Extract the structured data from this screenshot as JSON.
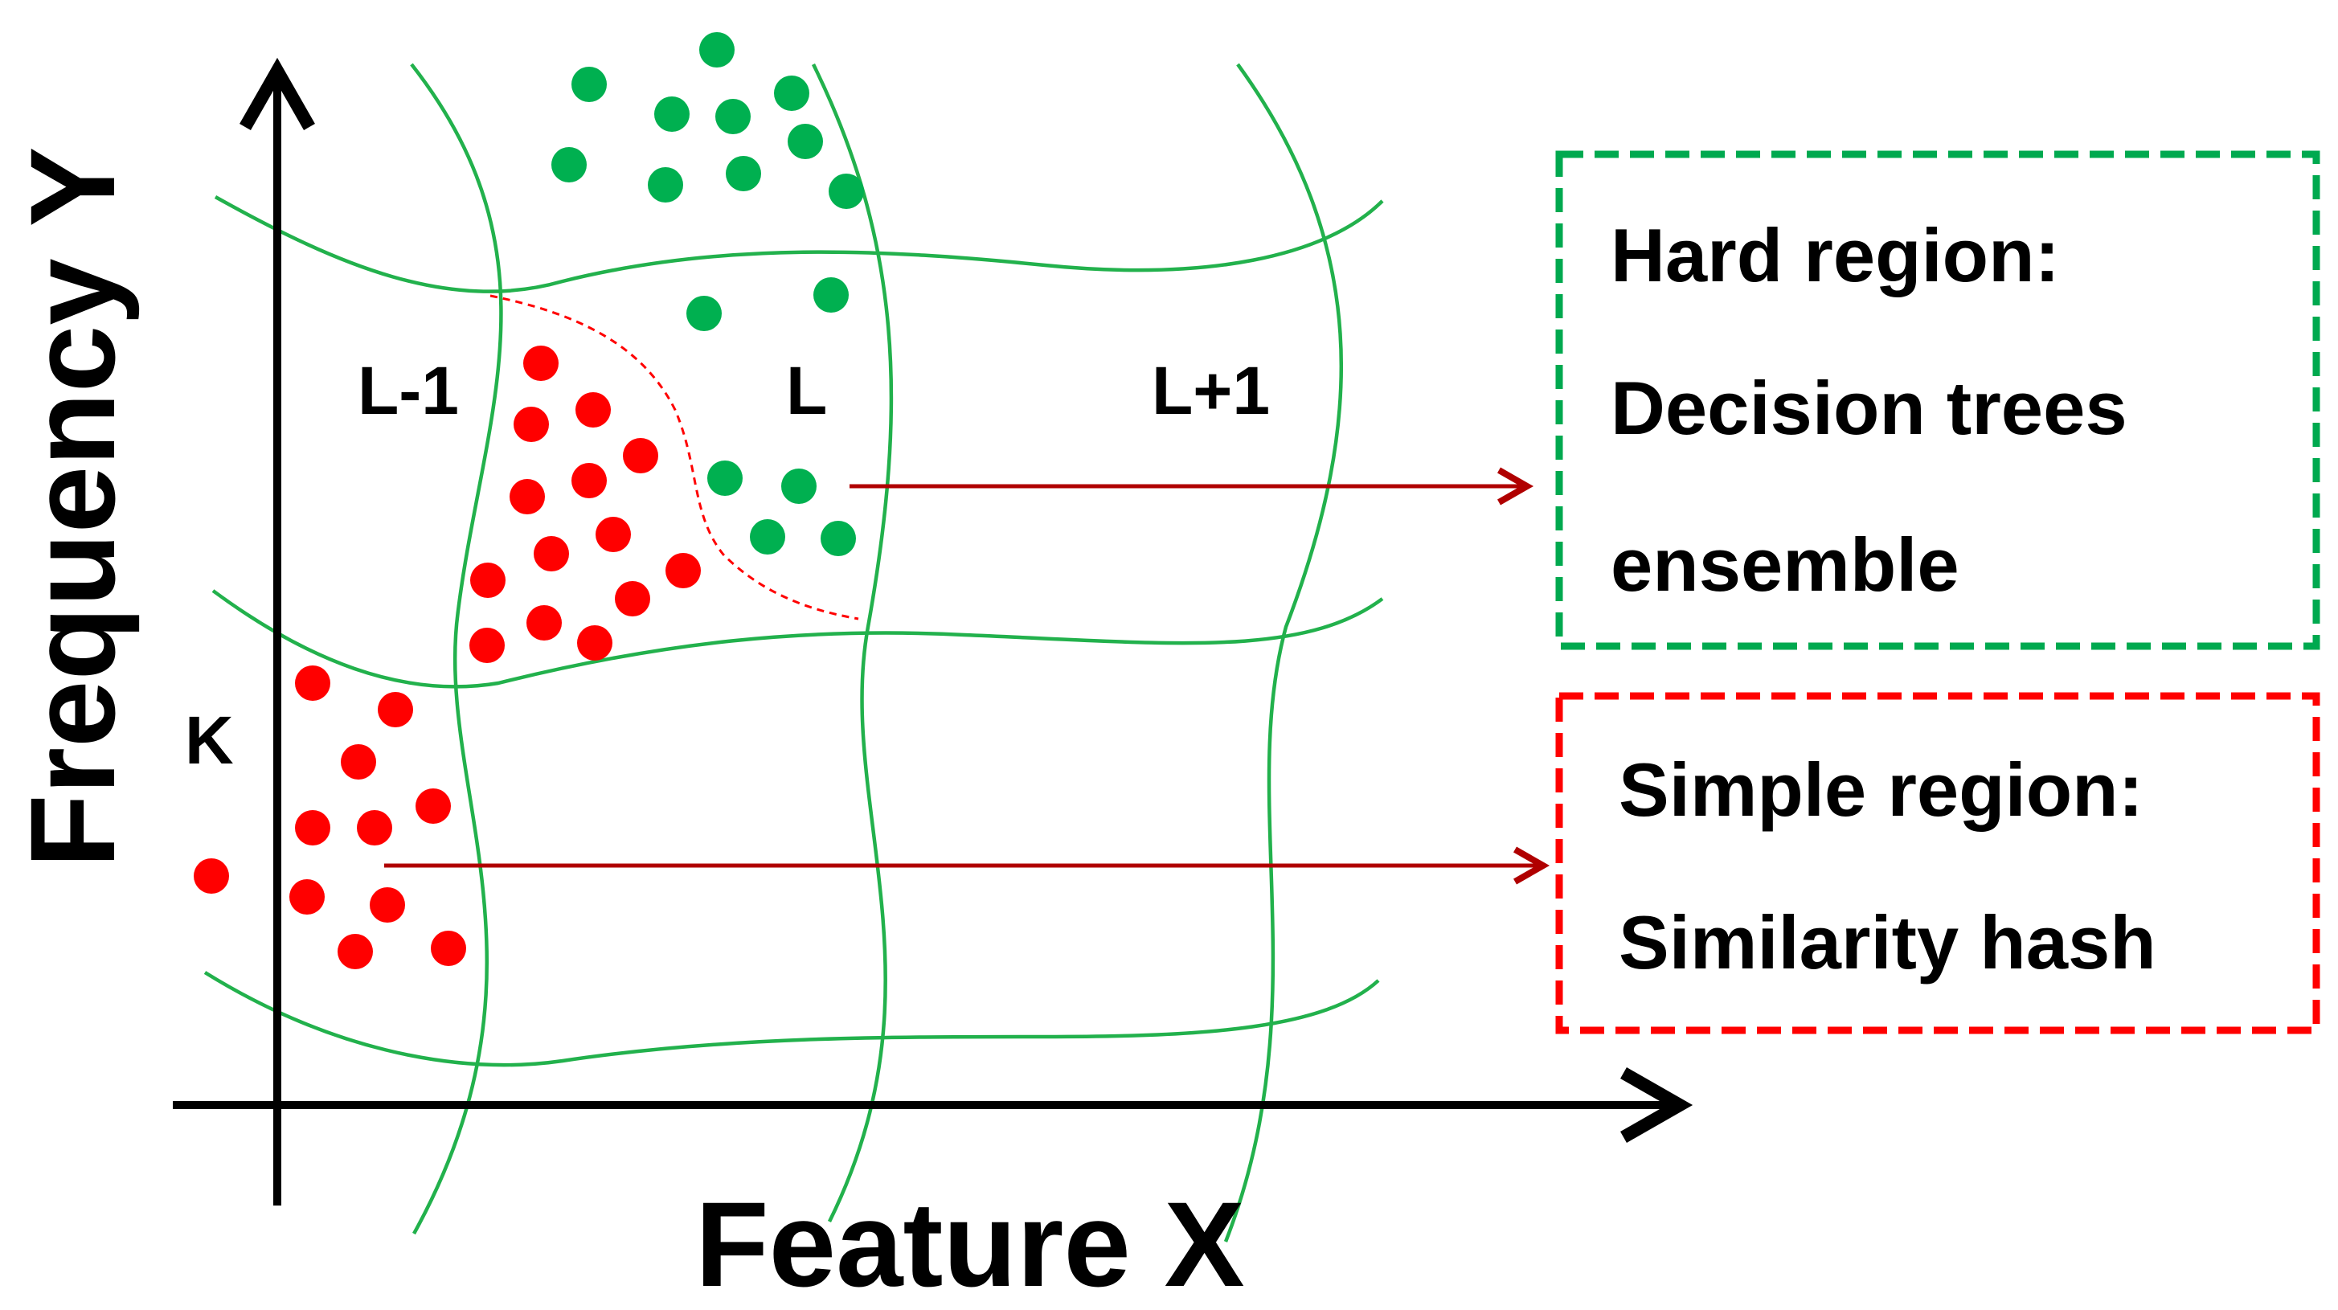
{
  "axes": {
    "x_label": "Feature X",
    "y_label": "Frequency Y"
  },
  "regions": {
    "left": "L-1",
    "center": "L",
    "right": "L+1",
    "lower_left": "K"
  },
  "hard_box": {
    "lines": [
      "Hard region:",
      "Decision trees",
      "ensemble"
    ],
    "color": "#00a94f"
  },
  "simple_box": {
    "lines": [
      "Simple region:",
      "Similarity hash"
    ],
    "color": "#ff0000"
  },
  "colors": {
    "grid": "#22b14c",
    "hard_points": "#00b050",
    "simple_points": "#ff0000",
    "arrows": "#b00000",
    "axes": "#000000"
  }
}
